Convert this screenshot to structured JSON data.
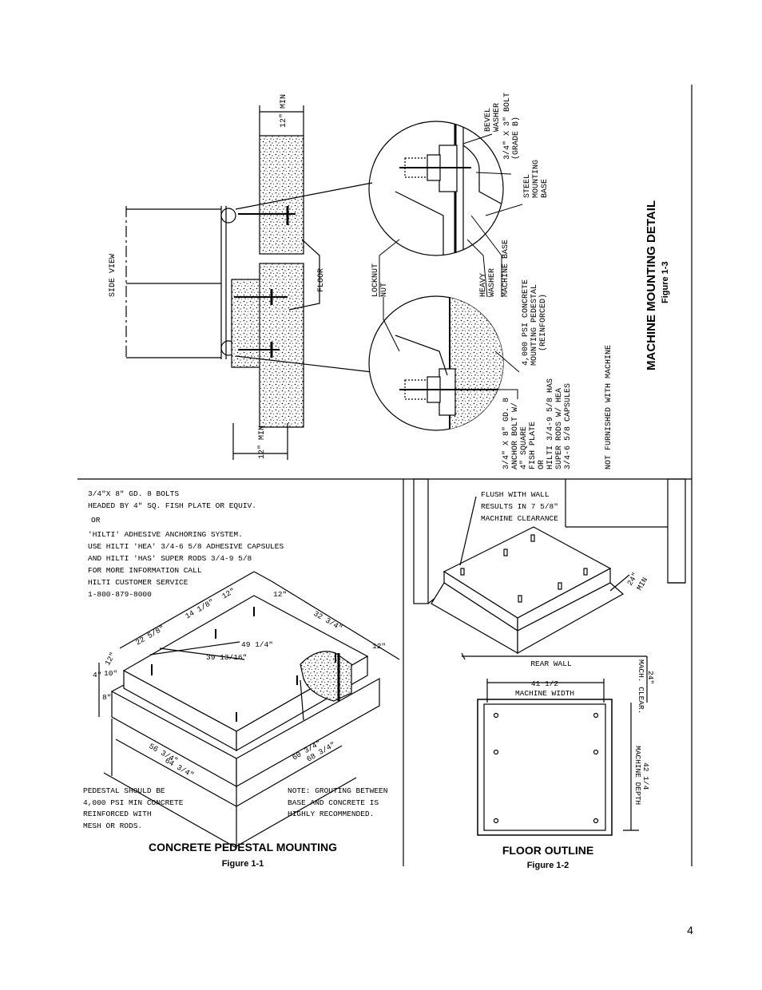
{
  "page_number": "4",
  "fig3": {
    "title": "MACHINE MOUNTING DETAIL",
    "caption": "Figure 1-3",
    "side_view": "SIDE VIEW",
    "min_top": "12\" MIN",
    "min_bottom": "12\" MIN",
    "floor": "FLOOR",
    "bevel_washer": [
      "BEVEL",
      "WASHER"
    ],
    "bolt": [
      "3/4\" X 3\" BOLT",
      "(GRADE B)"
    ],
    "steel_base": [
      "STEEL",
      "MOUNTING",
      "BASE"
    ],
    "locknut": [
      "LOCKNUT",
      "NUT"
    ],
    "heavy_washer": [
      "HEAVY",
      "WASHER"
    ],
    "machine_base": "MACHINE BASE",
    "pedestal": [
      "4,000 PSI CONCRETE",
      "MOUNTING PEDESTAL",
      "(REINFORCED)"
    ],
    "anchor": [
      "3/4\" X 8\" GD. 8",
      "ANCHOR BOLT W/",
      "4\" SQUARE",
      "FISH PLATE"
    ],
    "hilti": [
      "OR",
      "HILTI 3/4-9 5/8 HAS",
      "SUPER RODS W/ HEA",
      "3/4-6 5/8 CAPSULES"
    ],
    "not_furnished": "NOT FURNISHED WITH MACHINE"
  },
  "fig1": {
    "title": "CONCRETE PEDESTAL MOUNTING",
    "caption": "Figure 1-1",
    "notes": [
      "3/4\"X 8\" GD. 8 BOLTS",
      "HEADED BY 4\" SQ. FISH PLATE OR EQUIV.",
      "OR",
      "'HILTI' ADHESIVE ANCHORING SYSTEM.",
      "USE HILTI 'HEA' 3/4-6 5/8 ADHESIVE CAPSULES",
      "AND HILTI 'HAS' SUPER RODS 3/4-9 5/8",
      "FOR MORE INFORMATION CALL",
      "HILTI CUSTOMER SERVICE",
      "1-800-879-8000"
    ],
    "dims": {
      "d12a": "12\"",
      "d12b": "12\"",
      "d12c": "12\"",
      "d12d": "12\"",
      "d14": "14 1/8\"",
      "d22": "22 5/8\"",
      "d32": "32 3/4\"",
      "d49": "49 1/4\"",
      "d39": "39 13/16\"",
      "d4": "4\"",
      "d10": "10\"",
      "d8": "8\"",
      "d56": "56 3/4\"",
      "d64": "64 3/4\"",
      "d60": "60 3/4\"",
      "d68": "68 3/4\""
    },
    "pedestal_note": [
      "PEDESTAL SHOULD BE",
      "4,000 PSI MIN CONCRETE",
      "REINFORCED WITH",
      "MESH OR RODS."
    ],
    "grout_note": [
      "NOTE: GROUTING BETWEEN",
      "BASE AND CONCRETE IS",
      "HIGHLY RECOMMENDED."
    ]
  },
  "fig2": {
    "title": "FLOOR OUTLINE",
    "caption": "Figure 1-2",
    "flush": [
      "FLUSH WITH WALL",
      "RESULTS IN 7 5/8\"",
      "MACHINE CLEARANCE"
    ],
    "min24": [
      "24\"",
      "MIN"
    ],
    "rear_wall": "REAR WALL",
    "width_val": "41 1/2",
    "width_lbl": "MACHINE WIDTH",
    "clear": [
      "24\"",
      "MACH. CLEAR."
    ],
    "depth": [
      "42 1/4",
      "MACHINE DEPTH"
    ]
  }
}
